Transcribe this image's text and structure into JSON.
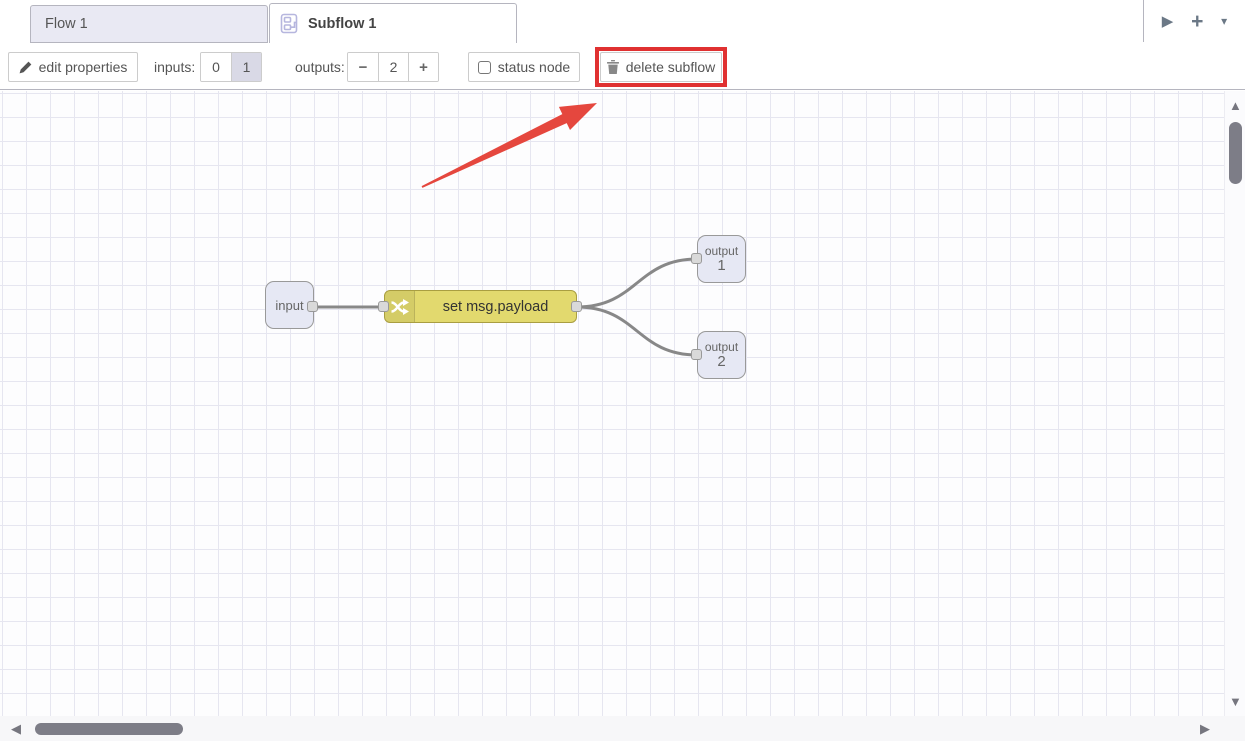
{
  "tab_bar": {
    "tabs": [
      {
        "label": "Flow 1",
        "active": false
      },
      {
        "label": "Subflow 1",
        "active": true
      }
    ],
    "controls": {
      "scroll_icon": "▶",
      "add_icon": "+",
      "menu_icon": "▾"
    }
  },
  "toolbar": {
    "edit_properties_label": "edit properties",
    "inputs_label": "inputs:",
    "inputs_options": [
      {
        "label": "0",
        "selected": false
      },
      {
        "label": "1",
        "selected": true
      }
    ],
    "outputs_label": "outputs:",
    "outputs_decrease_icon": "−",
    "outputs_value": "2",
    "outputs_increase_icon": "+",
    "status_node_label": "status node",
    "status_node_checked": false,
    "delete_subflow_label": "delete subflow"
  },
  "flow": {
    "input_node": {
      "label": "input"
    },
    "change_node": {
      "label": "set msg.payload",
      "type": "change"
    },
    "output_node_1": {
      "label": "output",
      "port_number": "1"
    },
    "output_node_2": {
      "label": "output",
      "port_number": "2"
    }
  },
  "annotations": {
    "highlight_target": "delete subflow button",
    "box_color": "#e03131",
    "arrow_color": "#e5473e"
  },
  "scrollbars": {
    "up_icon": "▲",
    "down_icon": "▼",
    "left_icon": "◀",
    "right_icon": "▶"
  },
  "colors": {
    "change_node_fill": "#e2d96e",
    "io_node_fill": "#e6e8f4",
    "wire": "#888888",
    "grid_line": "#e6e6f0",
    "inactive_tab_fill": "#e9e9f3",
    "selected_segment_fill": "#d9d9e6"
  }
}
